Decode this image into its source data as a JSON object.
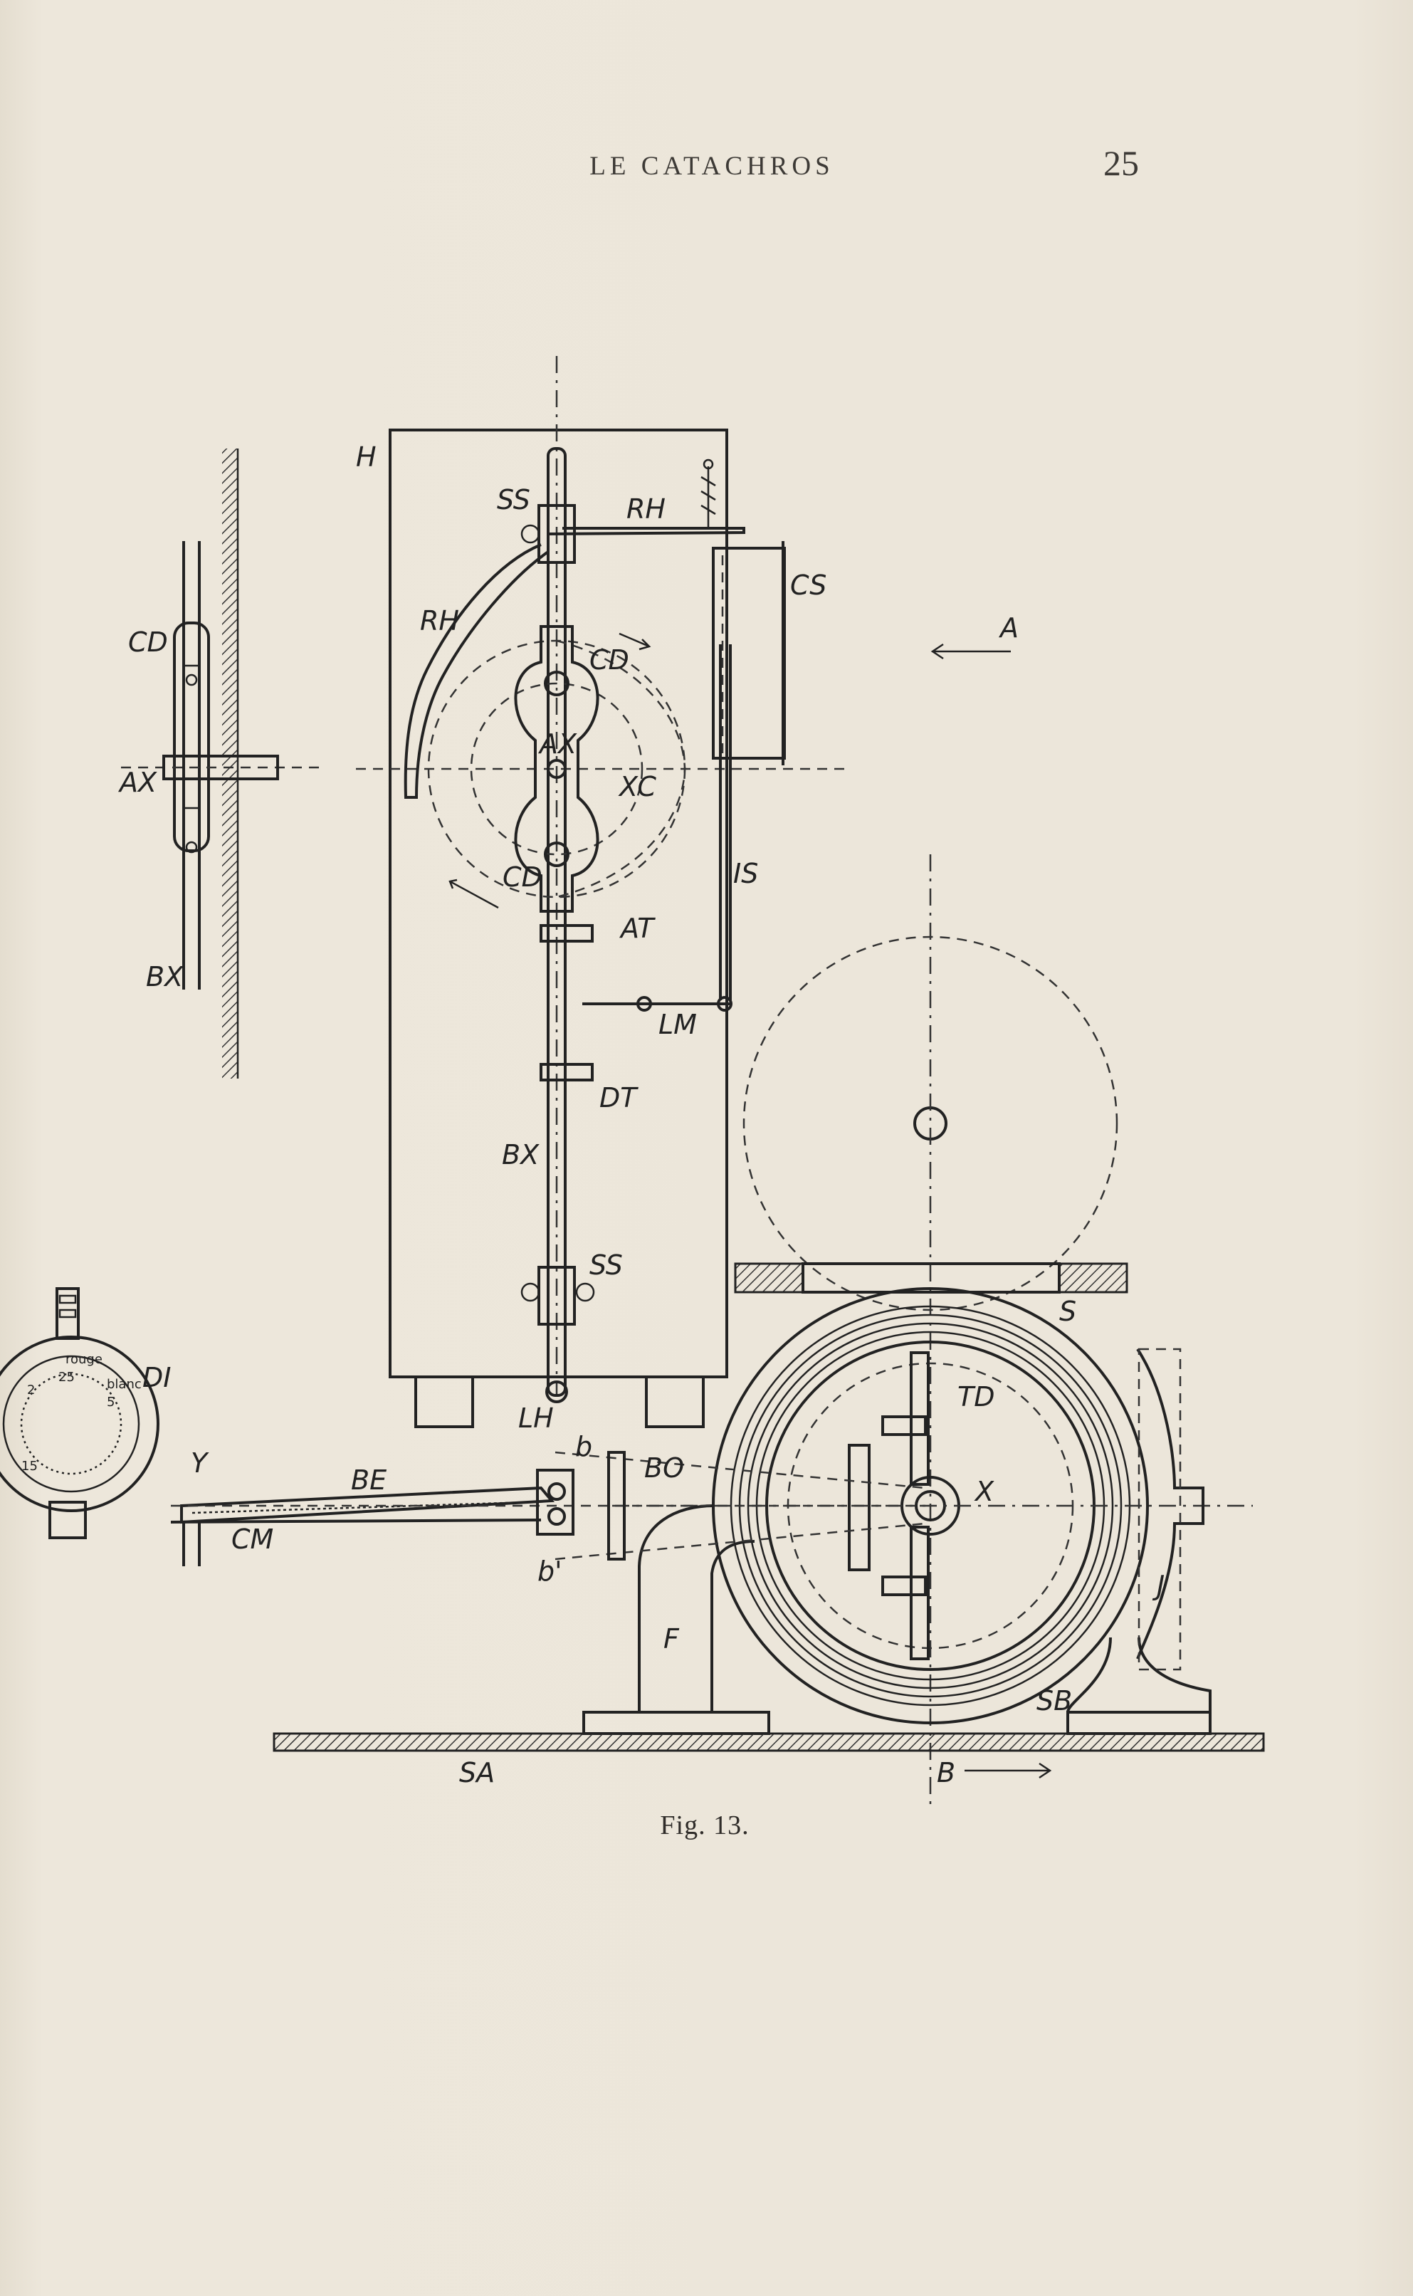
{
  "header": {
    "running_title": "LE CATACHROS",
    "page_number": "25"
  },
  "figure": {
    "caption": "Fig. 13.",
    "labels": {
      "H": "H",
      "SS_top": "SS",
      "RH_top": "RH",
      "RH_left": "RH",
      "CS": "CS",
      "A": "A",
      "CD_top": "CD",
      "AX": "AX",
      "XC": "XC",
      "CD_bottom": "CD",
      "IS": "IS",
      "AT": "AT",
      "LM": "LM",
      "DT": "DT",
      "BX": "BX",
      "SS_bottom": "SS",
      "LH": "LH",
      "b": "b",
      "b_prime": "b'",
      "BO": "BO",
      "BE": "BE",
      "Y": "Y",
      "CM": "CM",
      "DI": "DI",
      "S": "S",
      "TD": "TD",
      "X": "X",
      "J": "J",
      "F": "F",
      "SB": "SB",
      "SA": "SA",
      "B": "B",
      "inset_CD": "CD",
      "inset_AX": "AX",
      "inset_BX": "BX"
    },
    "dial_marks": {
      "n25": "25",
      "blanc": "blanc",
      "n5": "5",
      "n2": "2",
      "n15": "15",
      "rouge": "rouge"
    }
  }
}
